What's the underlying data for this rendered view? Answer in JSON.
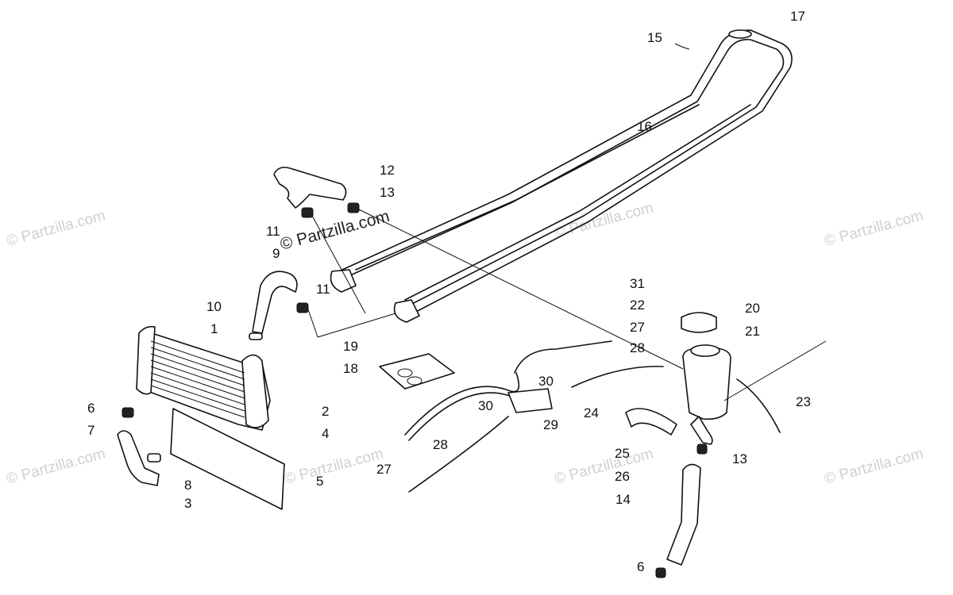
{
  "watermark": {
    "text": "© Partzilla.com",
    "center_text": "© Partzilla.com"
  },
  "callouts": {
    "c1": "1",
    "c2": "2",
    "c3": "3",
    "c4": "4",
    "c5": "5",
    "c6a": "6",
    "c6b": "6",
    "c7": "7",
    "c8": "8",
    "c9": "9",
    "c10": "10",
    "c11a": "11",
    "c11b": "11",
    "c12": "12",
    "c13a": "13",
    "c13b": "13",
    "c14": "14",
    "c15": "15",
    "c16": "16",
    "c17": "17",
    "c18": "18",
    "c19": "19",
    "c20": "20",
    "c21": "21",
    "c22": "22",
    "c23": "23",
    "c24": "24",
    "c25": "25",
    "c26": "26",
    "c27a": "27",
    "c27b": "27",
    "c28a": "28",
    "c28b": "28",
    "c29": "29",
    "c30a": "30",
    "c30b": "30",
    "c31": "31"
  }
}
